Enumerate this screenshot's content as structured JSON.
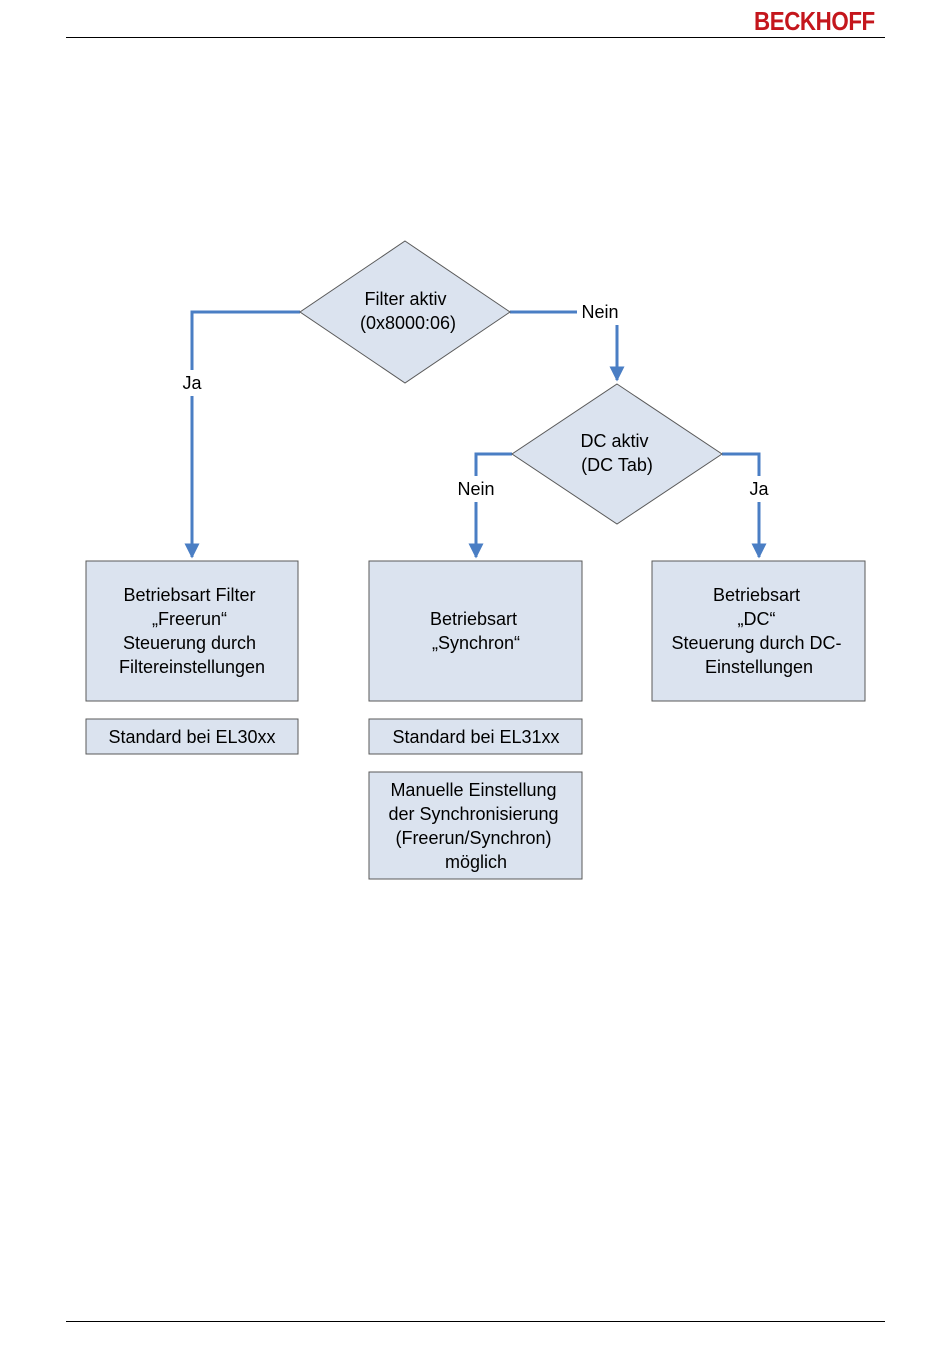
{
  "header": {
    "brand": "BECKHOFF"
  },
  "colors": {
    "brand": "#c4161c",
    "box_fill": "#dbe3ef",
    "box_stroke": "#595959",
    "connector": "#4a7ec4"
  },
  "flowchart": {
    "decision_filter": {
      "lines": [
        "Filter aktiv",
        "(0x8000:06)"
      ]
    },
    "decision_dc": {
      "lines": [
        "DC aktiv",
        "(DC Tab)"
      ]
    },
    "edge_labels": {
      "filter_no": "Nein",
      "filter_yes": "Ja",
      "dc_no": "Nein",
      "dc_yes": "Ja"
    },
    "box_filter": {
      "lines": [
        "Betriebsart Filter",
        "„Freerun“",
        "Steuerung durch",
        "Filtereinstellungen"
      ]
    },
    "box_synchron": {
      "lines": [
        "Betriebsart",
        "„Synchron“"
      ]
    },
    "box_dc": {
      "lines": [
        "Betriebsart",
        "„DC“",
        "Steuerung durch DC-",
        "Einstellungen"
      ]
    },
    "note_el30": {
      "lines": [
        "Standard bei EL30xx"
      ]
    },
    "note_el31": {
      "lines": [
        "Standard bei EL31xx"
      ]
    },
    "note_manual": {
      "lines": [
        "Manuelle Einstellung",
        "der Synchronisierung",
        "(Freerun/Synchron)",
        "möglich"
      ]
    }
  }
}
